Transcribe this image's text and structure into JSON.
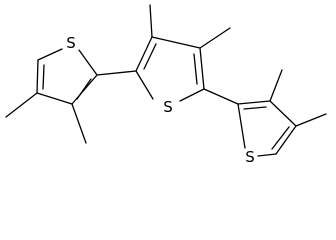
{
  "molecule": {
    "atom_labels": {
      "left_ring_sulfur": "S",
      "center_ring_sulfur": "S",
      "right_ring_sulfur": "S"
    },
    "colors": {
      "bond": "#000000",
      "label": "#000000",
      "background": "#ffffff"
    }
  }
}
